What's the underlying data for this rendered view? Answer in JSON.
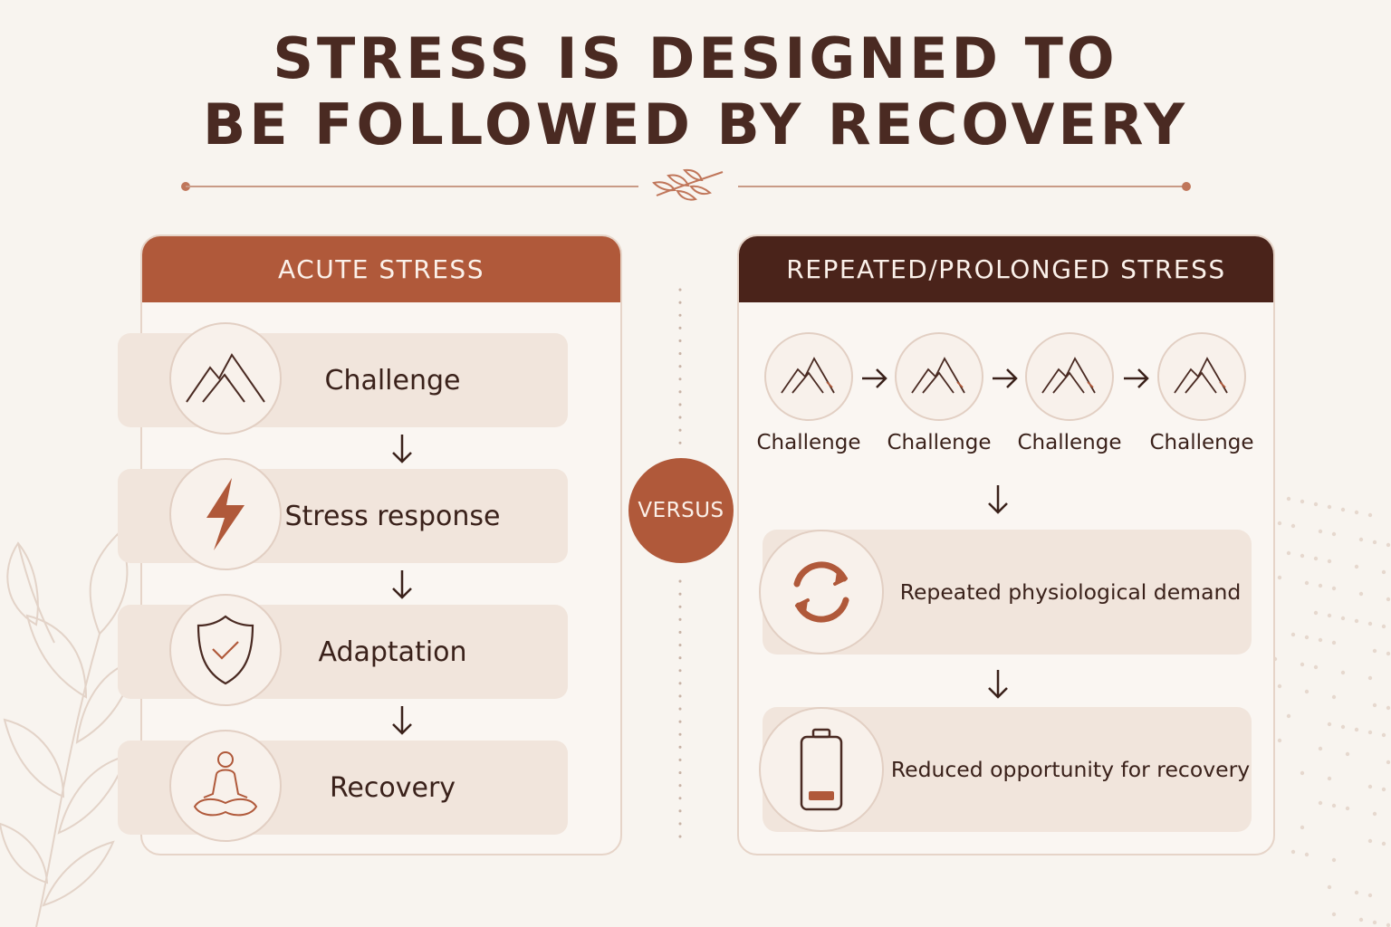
{
  "title": {
    "line1": "STRESS IS DESIGNED TO",
    "line2": "BE FOLLOWED BY RECOVERY"
  },
  "colors": {
    "background": "#f8f4ef",
    "title": "#4a2a22",
    "accent": "#b0593a",
    "dark": "#4a231a",
    "pill": "#f1e5dc"
  },
  "acute": {
    "header": "ACUTE STRESS",
    "steps": [
      {
        "label": "Challenge",
        "icon": "mountain-icon"
      },
      {
        "label": "Stress response",
        "icon": "lightning-icon"
      },
      {
        "label": "Adaptation",
        "icon": "shield-check-icon"
      },
      {
        "label": "Recovery",
        "icon": "meditation-icon"
      }
    ]
  },
  "versus": "VERSUS",
  "prolonged": {
    "header": "REPEATED/PROLONGED STRESS",
    "challenges": [
      "Challenge",
      "Challenge",
      "Challenge",
      "Challenge"
    ],
    "outcomes": [
      {
        "label": "Repeated physiological demand",
        "icon": "cycle-arrows-icon"
      },
      {
        "label": "Reduced opportunity for recovery",
        "icon": "low-battery-icon"
      }
    ]
  }
}
